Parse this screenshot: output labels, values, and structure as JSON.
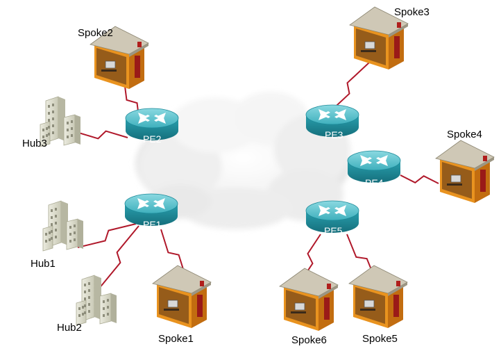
{
  "diagram": {
    "routers": [
      {
        "id": "pe1",
        "label": "PE1"
      },
      {
        "id": "pe2",
        "label": "PE2"
      },
      {
        "id": "pe3",
        "label": "PE3"
      },
      {
        "id": "pe4",
        "label": "PE4"
      },
      {
        "id": "pe5",
        "label": "PE5"
      }
    ],
    "hubs": [
      {
        "id": "hub1",
        "label": "Hub1"
      },
      {
        "id": "hub2",
        "label": "Hub2"
      },
      {
        "id": "hub3",
        "label": "Hub3"
      }
    ],
    "spokes": [
      {
        "id": "spoke1",
        "label": "Spoke1"
      },
      {
        "id": "spoke2",
        "label": "Spoke2"
      },
      {
        "id": "spoke3",
        "label": "Spoke3"
      },
      {
        "id": "spoke4",
        "label": "Spoke4"
      },
      {
        "id": "spoke5",
        "label": "Spoke5"
      },
      {
        "id": "spoke6",
        "label": "Spoke6"
      }
    ],
    "links": [
      {
        "from": "pe2",
        "to": "spoke2"
      },
      {
        "from": "pe2",
        "to": "hub3"
      },
      {
        "from": "pe1",
        "to": "hub1"
      },
      {
        "from": "pe1",
        "to": "hub2"
      },
      {
        "from": "pe1",
        "to": "spoke1"
      },
      {
        "from": "pe3",
        "to": "spoke3"
      },
      {
        "from": "pe4",
        "to": "spoke4"
      },
      {
        "from": "pe5",
        "to": "spoke6"
      },
      {
        "from": "pe5",
        "to": "spoke5"
      }
    ],
    "colors": {
      "link": "#b0182a",
      "router_top": "#57c3cf",
      "router_side": "#1d8a99",
      "house_wall": "#e48b1a",
      "house_roof": "#c8c1ad",
      "building": "#d9d9c8",
      "cloud": "#f2f2f2"
    }
  }
}
